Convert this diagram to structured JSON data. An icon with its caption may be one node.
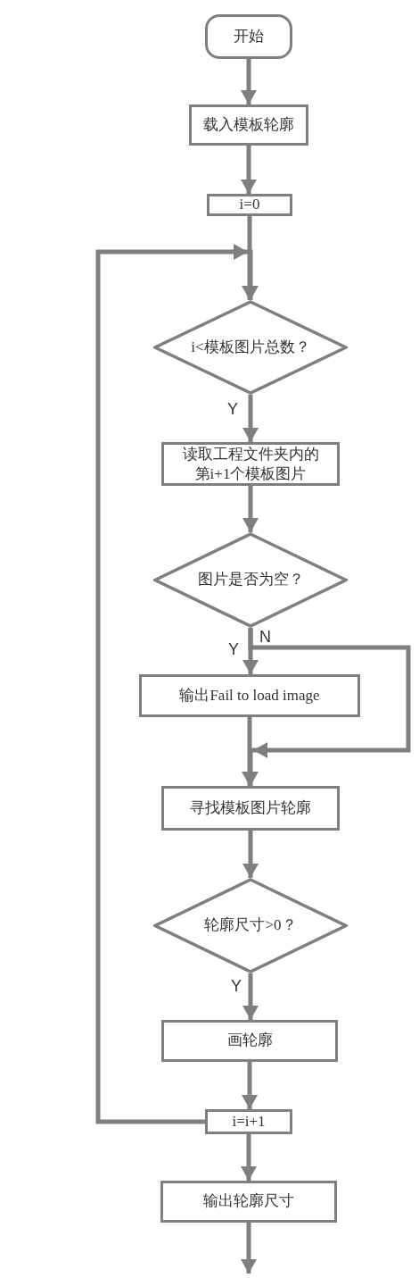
{
  "diagram": {
    "nodes": [
      {
        "text": [
          "开始"
        ]
      },
      {
        "text": [
          "载入模板轮廓"
        ]
      },
      {
        "text": [
          "i=0"
        ]
      },
      {
        "text": [
          "i<模板图片总数？"
        ]
      },
      {
        "text": [
          "读取工程文件夹内的第i+1个模板图片"
        ]
      },
      {
        "text": [
          "图片是否为空？"
        ]
      },
      {
        "text": [
          "输出Fail to load image"
        ]
      },
      {
        "text": [
          "寻找模板图片轮廓"
        ]
      },
      {
        "text": [
          "轮廓尺寸>0？"
        ]
      },
      {
        "text": [
          "画轮廓"
        ]
      },
      {
        "text": [
          "i=i+1"
        ]
      },
      {
        "text": [
          "输出轮廓尺寸"
        ]
      }
    ],
    "edges": [
      {
        "from": 0,
        "to": 1,
        "arrow": "to"
      },
      {
        "from": 1,
        "to": 2,
        "arrow": "to"
      },
      {
        "from": 2,
        "to": 3,
        "arrow": "to"
      },
      {
        "from": 3,
        "to": 4,
        "arrow": "to",
        "label": "Y"
      },
      {
        "from": 4,
        "to": 5,
        "arrow": "to"
      },
      {
        "from": 5,
        "to": 6,
        "arrow": "to",
        "label": "Y"
      },
      {
        "from": 5,
        "to": 7,
        "arrow": "to",
        "label": "N"
      },
      {
        "from": 6,
        "to": 7,
        "arrow": "to"
      },
      {
        "from": 7,
        "to": 8,
        "arrow": "to"
      },
      {
        "from": 8,
        "to": 9,
        "arrow": "to",
        "label": "Y"
      },
      {
        "from": 9,
        "to": 10,
        "arrow": "to"
      },
      {
        "from": 10,
        "to": 3,
        "arrow": "to"
      },
      {
        "from": 10,
        "to": 11,
        "arrow": "to"
      },
      {
        "from": 11,
        "to": null,
        "arrow": "to"
      }
    ]
  }
}
